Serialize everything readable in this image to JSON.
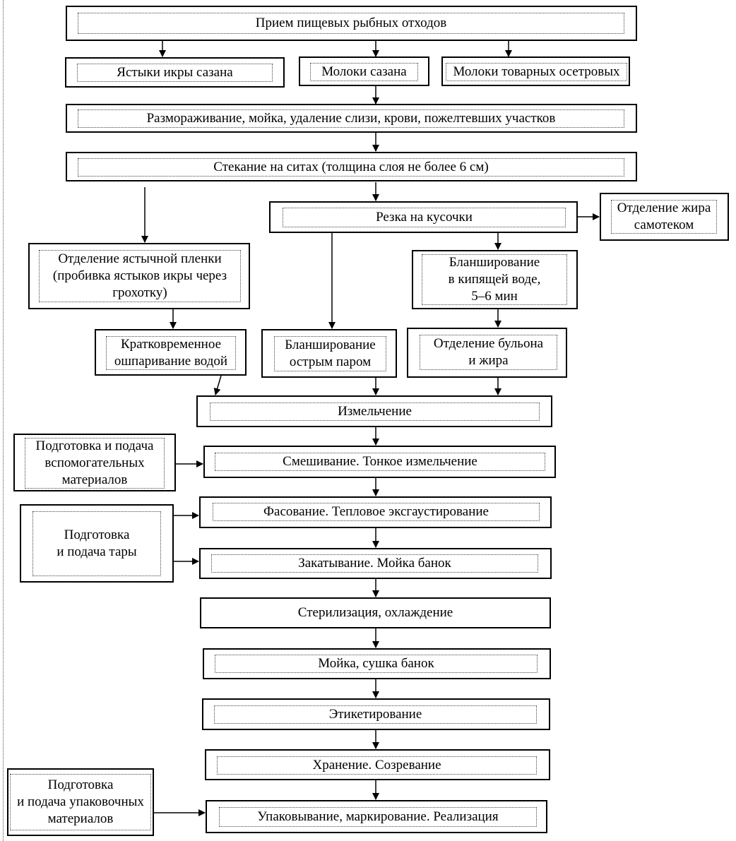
{
  "steps": {
    "receive": "Прием пищевых рыбных отходов",
    "carp_roe_sacs": "Ястыки икры сазана",
    "carp_milt": "Молоки сазана",
    "sturgeon_milt": "Молоки товарных осетровых",
    "thaw_wash": "Размораживание, мойка, удаление слизи, крови, пожелтевших участков",
    "drain": "Стекание на ситах (толщина слоя не более 6 см)",
    "cut": "Резка на кусочки",
    "fat_separation_lines": [
      "Отделение жира",
      "самотеком"
    ],
    "film_separation_lines": [
      "Отделение ястычной пленки",
      "(пробивка ястыков икры через",
      "грохотку)"
    ],
    "blanch_water_lines": [
      "Бланширование",
      "в кипящей воде,",
      "5–6 мин"
    ],
    "scald_lines": [
      "Кратковременное",
      "ошпаривание водой"
    ],
    "blanch_steam_lines": [
      "Бланширование",
      "острым паром"
    ],
    "broth_separation_lines": [
      "Отделение бульона",
      "и жира"
    ],
    "grind": "Измельчение",
    "aux_materials_lines": [
      "Подготовка и подача",
      "вспомогательных",
      "материалов"
    ],
    "mix": "Смешивание. Тонкое измельчение",
    "fill": "Фасование. Тепловое эксгаустирование",
    "container_lines": [
      "Подготовка",
      "и подача тары"
    ],
    "seal": "Закатывание. Мойка банок",
    "sterilize": "Стерилизация, охлаждение",
    "wash_dry": "Мойка, сушка банок",
    "label": "Этикетирование",
    "storage": "Хранение. Созревание",
    "packaging_materials_lines": [
      "Подготовка",
      "и подача упаковочных",
      "материалов"
    ],
    "pack": "Упаковывание, маркирование. Реализация"
  }
}
